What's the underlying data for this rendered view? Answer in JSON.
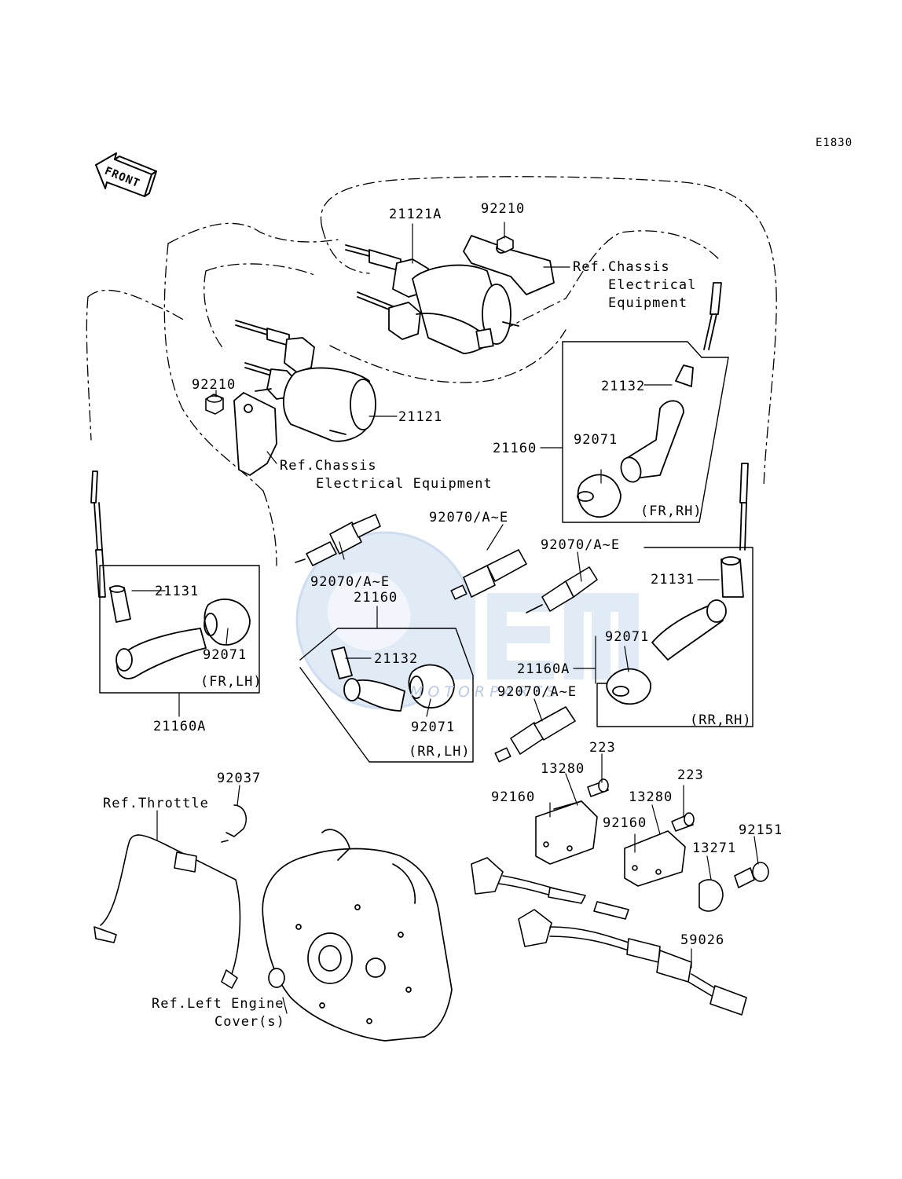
{
  "figure_code": "E1830",
  "direction_arrow": "FRONT",
  "watermark": {
    "brand": "OEM",
    "tagline": "MOTORPARTS",
    "color": "#b8cbe6"
  },
  "parts": {
    "p92210_a": "92210",
    "p21121a": "21121A",
    "ref_chassis_1a": "Ref.Chassis",
    "ref_chassis_1b": "Electrical",
    "ref_chassis_1c": "Equipment",
    "p92210_b": "92210",
    "p21121": "21121",
    "ref_chassis_2a": "Ref.Chassis",
    "ref_chassis_2b": "Electrical Equipment",
    "p21132_a": "21132",
    "p21160_a": "21160",
    "p92071_a": "92071",
    "fr_rh": "(FR,RH)",
    "p92070_a": "92070/A~E",
    "p92070_b": "92070/A~E",
    "p92070_c": "92070/A~E",
    "p92070_d": "92070/A~E",
    "p21160_b": "21160",
    "p21131_a": "21131",
    "p92071_b": "92071",
    "fr_lh": "(FR,LH)",
    "p21160a_a": "21160A",
    "p21132_b": "21132",
    "p92071_c": "92071",
    "rr_lh": "(RR,LH)",
    "p21131_b": "21131",
    "p92071_d": "92071",
    "p21160a_b": "21160A",
    "rr_rh": "(RR,RH)",
    "p223_a": "223",
    "p13280_a": "13280",
    "p92160_a": "92160",
    "p223_b": "223",
    "p13280_b": "13280",
    "p92160_b": "92160",
    "p92151": "92151",
    "p13271": "13271",
    "p92037": "92037",
    "ref_throttle": "Ref.Throttle",
    "p59026": "59026",
    "ref_left_a": "Ref.Left Engine",
    "ref_left_b": "Cover(s)"
  }
}
